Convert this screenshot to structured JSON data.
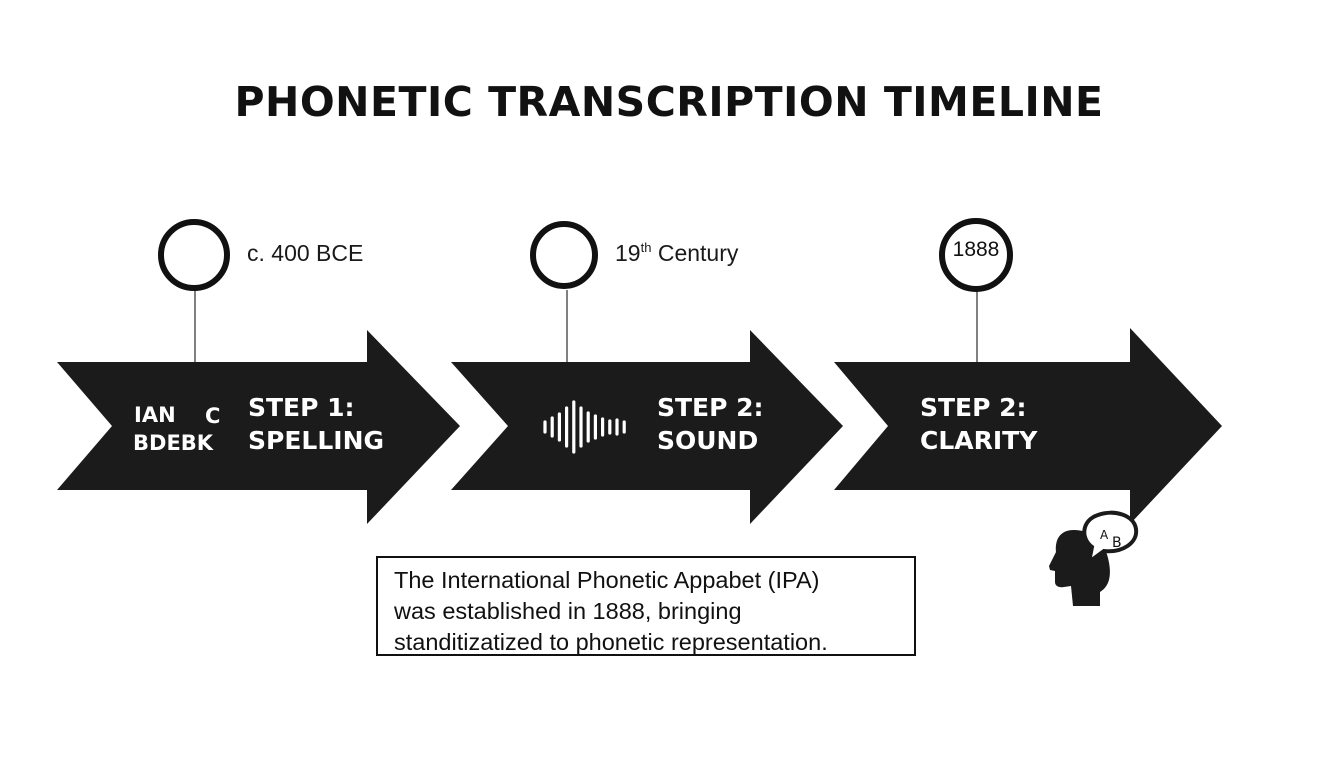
{
  "title": "PHONETIC TRANSCRIPTION TIMELINE",
  "markers": [
    {
      "label": "c. 400 BCE"
    },
    {
      "label_main": "19",
      "label_sup": "th",
      "label_rest": " Century"
    },
    {
      "label": "1888"
    }
  ],
  "steps": [
    {
      "line1": "STEP 1:",
      "line2": "SPELLING",
      "icon": "jumbled-letters-icon",
      "icon_letters": [
        "IAN",
        "C",
        "BDEBK"
      ]
    },
    {
      "line1": "STEP 2:",
      "line2": "SOUND",
      "icon": "sound-wave-icon"
    },
    {
      "line1": "STEP 2:",
      "line2": "CLARITY",
      "icon": "speaking-head-icon",
      "icon_letters": [
        "A",
        "B"
      ]
    }
  ],
  "note": {
    "lines": [
      "The International Phonetic Appabet (IPA)",
      "was established in 1888, bringing",
      "standitizatized to phonetic representation."
    ]
  },
  "colors": {
    "arrow": "#1b1b1b",
    "text": "#111111",
    "background": "#ffffff"
  }
}
